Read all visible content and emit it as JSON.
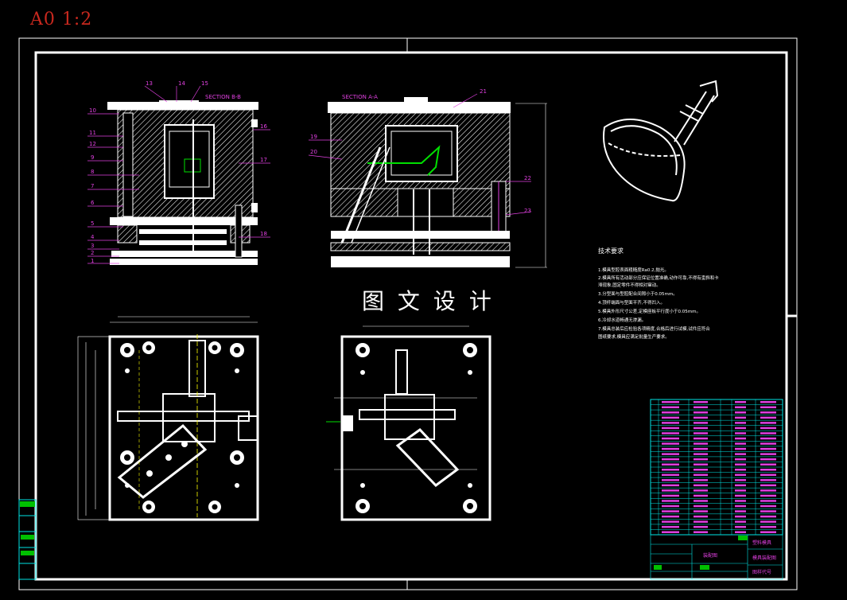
{
  "paper": {
    "label": "A0   1:2"
  },
  "watermark": "图 文 设 计",
  "section_views": {
    "left_title": "SECTION B-B",
    "right_title": "SECTION A-A"
  },
  "part_callouts_left": [
    "13",
    "14",
    "15",
    "10",
    "11",
    "12",
    "9",
    "8",
    "7",
    "6",
    "5",
    "4",
    "3",
    "2",
    "1",
    "16",
    "17",
    "18"
  ],
  "part_callouts_right": [
    "21",
    "19",
    "20",
    "22",
    "23"
  ],
  "tech_req": {
    "title": "技术要求",
    "lines": [
      "1.模具型腔表面粗糙度Ra0.2,抛光。",
      "2.模具所有活动部分应保证位置准确,动作可靠,不得有歪斜和卡",
      "  滞现象,固定零件不得相对窜动。",
      "3.分型面与型腔配合间隙小于0.05mm。",
      "4.顶杆端面与型面平齐,不得凹入。",
      "5.模具外形尺寸公差,定模座板平行度小于0.05mm。",
      "6.冷却水道畅通无渗漏。",
      "7.模具总装后应检验各项精度,合格后进行试模,试件应符合",
      "  图纸要求,模具应满足批量生产要求。"
    ]
  },
  "title_block": {
    "row1": "塑料模具",
    "row2": "模具装配图",
    "row3": "图样代号",
    "left": "装配图"
  },
  "colors": {
    "frame": "#ffffff",
    "cyan": "#00e5e5",
    "magenta": "#e040e0",
    "green": "#00e000",
    "red": "#c8281e"
  }
}
